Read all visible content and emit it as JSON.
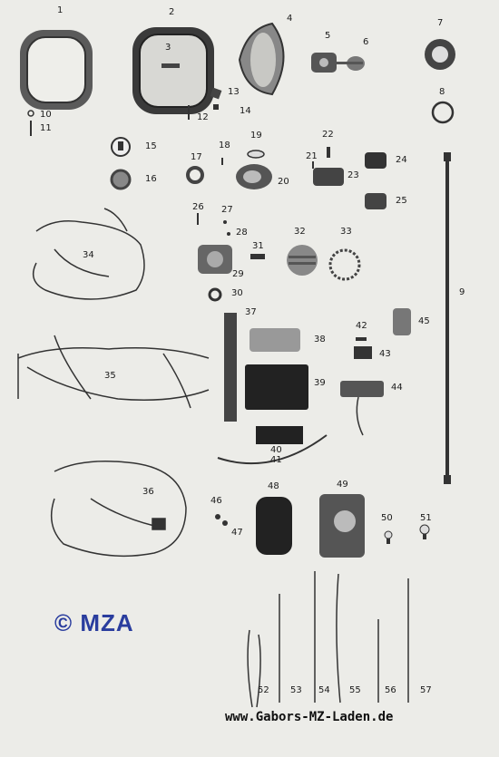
{
  "labels": [
    "1",
    "2",
    "3",
    "4",
    "5",
    "6",
    "7",
    "8",
    "9",
    "10",
    "11",
    "12",
    "13",
    "14",
    "15",
    "16",
    "17",
    "18",
    "19",
    "20",
    "21",
    "22",
    "23",
    "24",
    "25",
    "26",
    "27",
    "28",
    "29",
    "30",
    "31",
    "32",
    "33",
    "34",
    "35",
    "36",
    "37",
    "38",
    "39",
    "40",
    "41",
    "42",
    "43",
    "44",
    "45",
    "46",
    "47",
    "48",
    "49",
    "50",
    "51",
    "52",
    "53",
    "54",
    "55",
    "56",
    "57"
  ],
  "copyright": "© MZA",
  "website": "www.Gabors-MZ-Laden.de",
  "colors": {
    "background": "#ecece8",
    "ink": "#1a1a1a",
    "copyright": "#2a3d9e"
  }
}
